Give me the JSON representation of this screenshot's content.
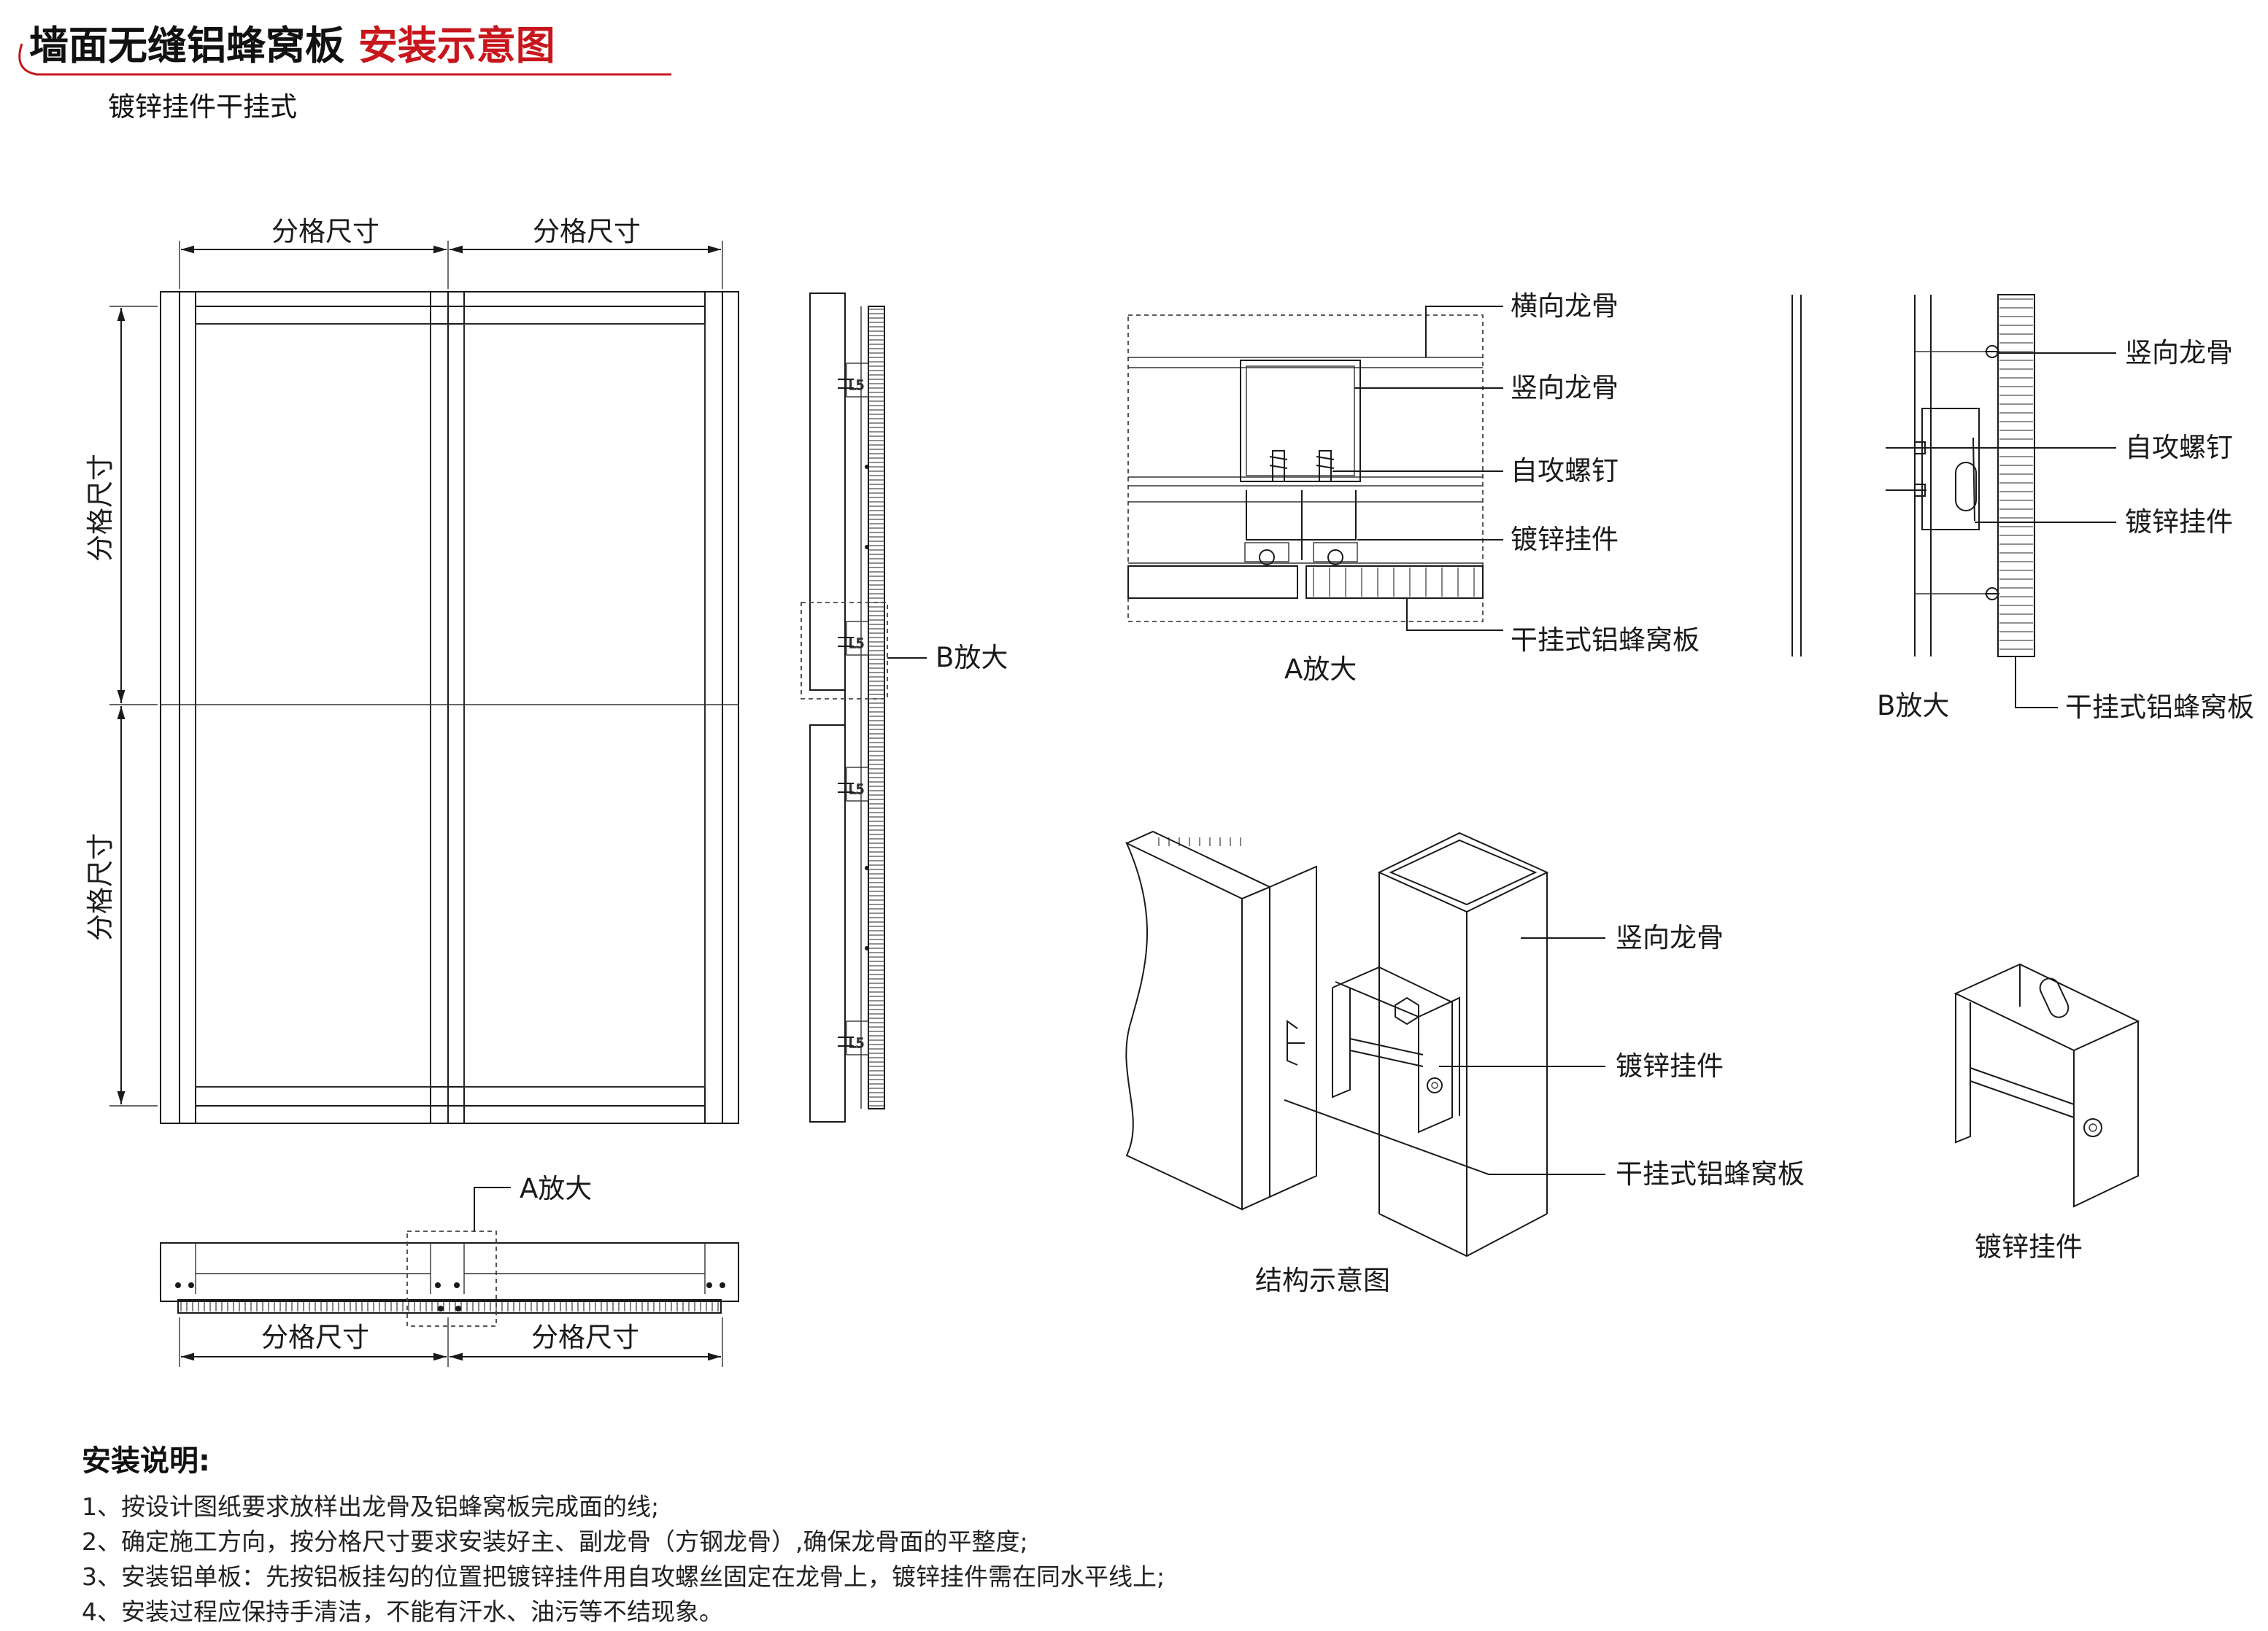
{
  "header": {
    "title_black": "墙面无缝铝蜂窝板",
    "title_red": "安装示意图",
    "subtitle": "镀锌挂件干挂式",
    "accent_color": "#c8161d"
  },
  "elevation": {
    "dim_label": "分格尺寸",
    "zoom_a": "A放大",
    "zoom_b": "B放大"
  },
  "detail_a": {
    "caption": "A放大",
    "labels": [
      "横向龙骨",
      "竖向龙骨",
      "自攻螺钉",
      "镀锌挂件",
      "干挂式铝蜂窝板"
    ]
  },
  "detail_b": {
    "caption": "B放大",
    "labels": [
      "竖向龙骨",
      "自攻螺钉",
      "镀锌挂件",
      "干挂式铝蜂窝板"
    ]
  },
  "structure": {
    "caption": "结构示意图",
    "labels": [
      "竖向龙骨",
      "镀锌挂件",
      "干挂式铝蜂窝板"
    ]
  },
  "bracket": {
    "caption": "镀锌挂件"
  },
  "notes": {
    "title": "安装说明:",
    "items": [
      "1、按设计图纸要求放样出龙骨及铝蜂窝板完成面的线;",
      "2、确定施工方向，按分格尺寸要求安装好主、副龙骨（方钢龙骨）,确保龙骨面的平整度;",
      "3、安装铝单板：先按铝板挂勾的位置把镀锌挂件用自攻螺丝固定在龙骨上，镀锌挂件需在同水平线上;",
      "4、安装过程应保持手清洁，不能有汗水、油污等不结现象。"
    ]
  }
}
